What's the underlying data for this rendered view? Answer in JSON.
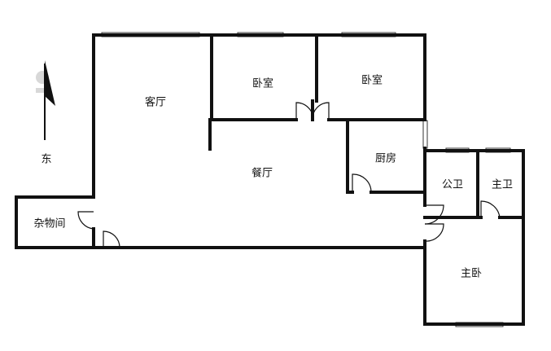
{
  "rooms": {
    "living_room": "客厅",
    "bedroom_1": "卧室",
    "bedroom_2": "卧室",
    "dining_room": "餐厅",
    "kitchen": "厨房",
    "public_bath": "公卫",
    "master_bath": "主卫",
    "storage": "杂物间",
    "master_bedroom": "主卧"
  },
  "compass": {
    "direction_label": "东"
  }
}
